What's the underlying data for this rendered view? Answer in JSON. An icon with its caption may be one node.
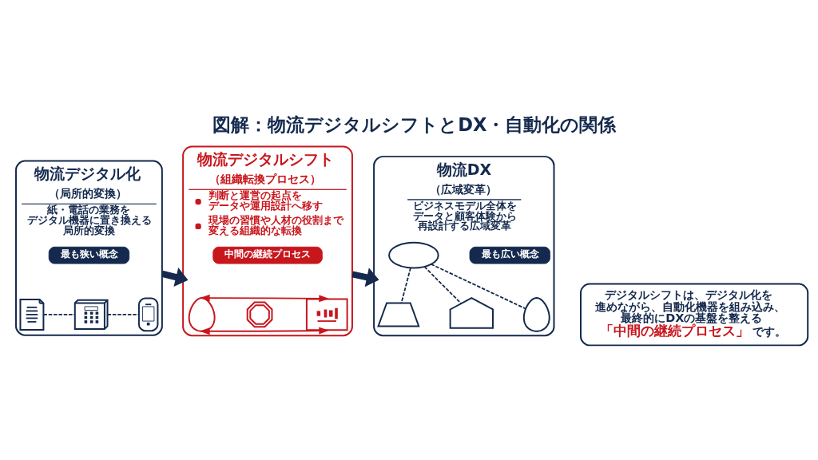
{
  "diagram": {
    "title": "図解：物流デジタルシフトとDX・自動化の関係",
    "nodes": [
      {
        "text": [
          "物流デジタル化",
          "（局所的変換）",
          "紙・電話の業務をデジタル機器に置き換える局所的変換"
        ]
      },
      {
        "text": [
          "最も狭い概念"
        ],
        "in": 0
      },
      {
        "text": [],
        "shape": "picture",
        "in": 0
      },
      {
        "text": [],
        "shape": "picture",
        "in": 0
      },
      {
        "text": [],
        "shape": "picture",
        "in": 0
      },
      {
        "text": [
          "物流デジタルシフト",
          "（組織転換プロセス）",
          "判断と運営の起点をデータや運用設計へ移す",
          "現場の習慣や人材の役割まで変える組織的な転換"
        ]
      },
      {
        "text": [
          "中間の継続プロセス"
        ],
        "in": 5
      },
      {
        "text": [],
        "shape": "person",
        "in": 5
      },
      {
        "text": [],
        "shape": "picture",
        "in": 5
      },
      {
        "text": [],
        "shape": "picture",
        "in": 5
      },
      {
        "text": [
          "物流DX",
          "（広域変革）",
          "ビジネスモデル全体をデータと顧客体験から再設計する広域変革"
        ]
      },
      {
        "text": [
          "最も広い概念"
        ],
        "in": 10
      },
      {
        "text": [],
        "shape": "cloud",
        "in": 10
      },
      {
        "text": [],
        "shape": "picture",
        "in": 10
      },
      {
        "text": [],
        "shape": "picture",
        "in": 10
      },
      {
        "text": [],
        "shape": "person",
        "in": 10
      },
      {
        "text": [
          "デジタルシフトは、デジタル化を進めながら、自動化機器を組み込み、最終的にDXの基盤を整える**「中間の継続プロセス」**です。"
        ]
      }
    ],
    "edges": [
      {
        "from": 2,
        "to": 3,
        "arrow": "none",
        "style": "dashed"
      },
      {
        "from": 3,
        "to": 4,
        "arrow": "none",
        "style": "dashed"
      },
      {
        "from": 0,
        "to": 5,
        "arrow": "to",
        "style": "thick"
      },
      {
        "from": 7,
        "to": 9,
        "arrow": "both",
        "color": "#c8161d"
      },
      {
        "from": 7,
        "to": 9,
        "arrow": "both",
        "color": "#c8161d"
      },
      {
        "from": 5,
        "to": 10,
        "arrow": "to",
        "style": "thick"
      },
      {
        "from": 12,
        "to": 13,
        "arrow": "none",
        "style": "dashed"
      },
      {
        "from": 12,
        "to": 14,
        "arrow": "none",
        "style": "dashed"
      },
      {
        "from": 12,
        "to": 15,
        "arrow": "none",
        "style": "dashed"
      }
    ]
  }
}
